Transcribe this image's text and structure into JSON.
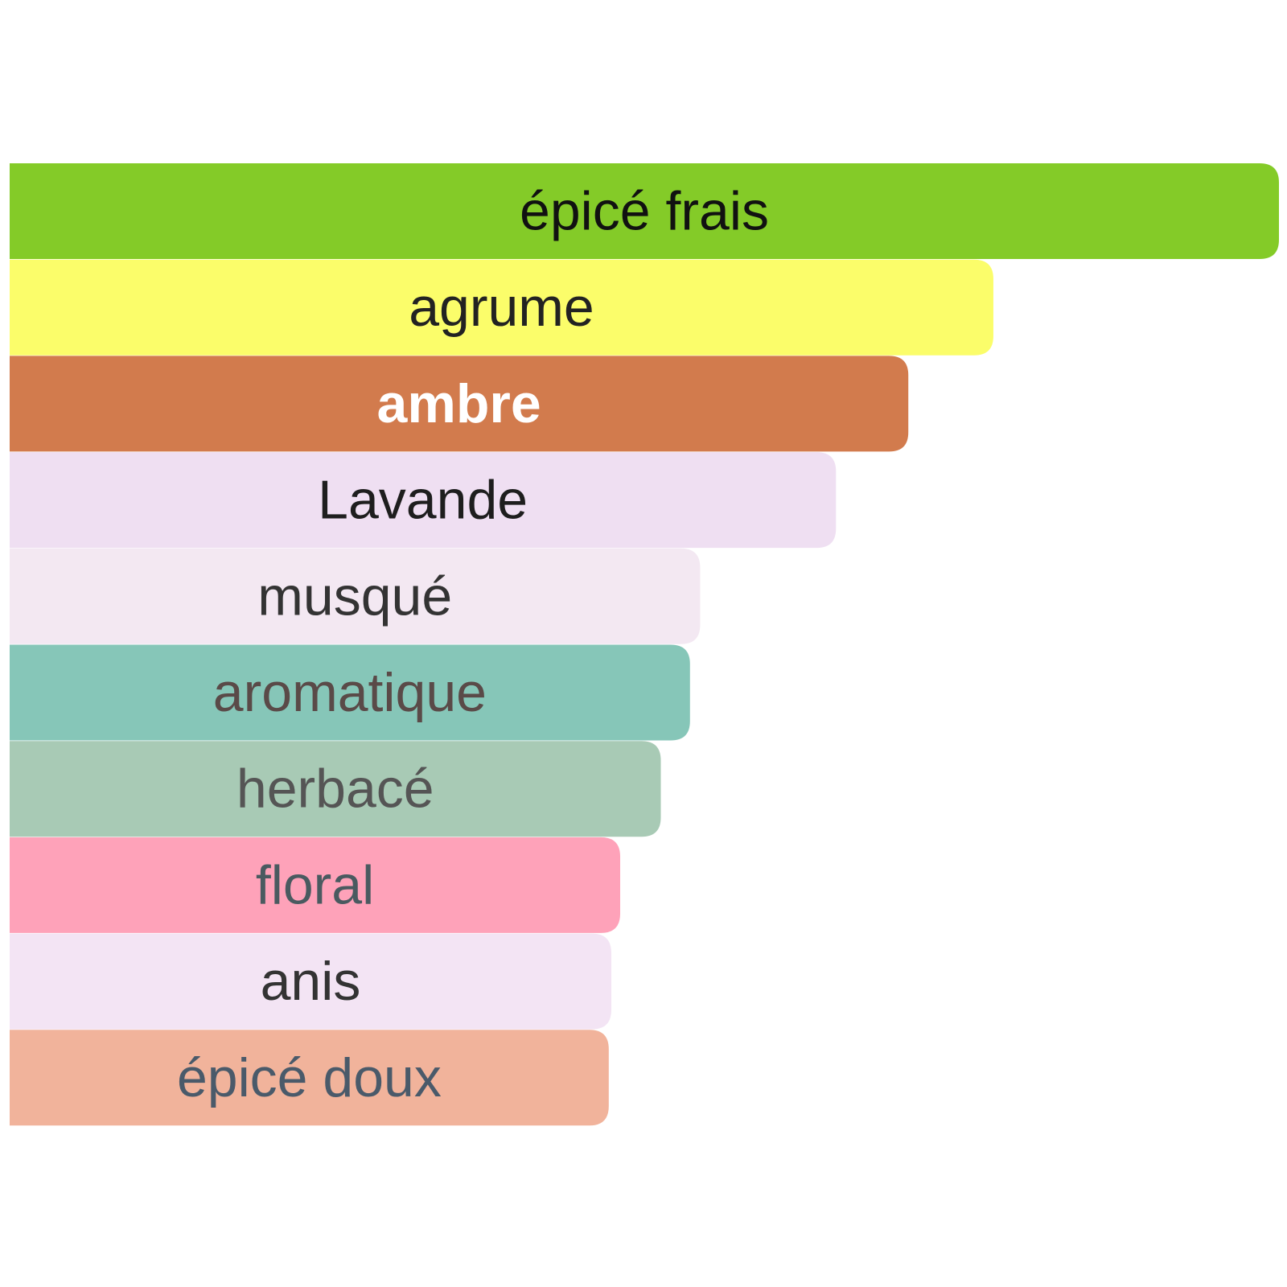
{
  "chart_data": {
    "type": "bar",
    "orientation": "horizontal",
    "title": "",
    "xlabel": "",
    "ylabel": "",
    "grid": false,
    "axes_visible": false,
    "xlim": [
      0,
      100
    ],
    "categories": [
      "épicé frais",
      "agrume",
      "ambre",
      "Lavande",
      "musqué",
      "aromatique",
      "herbacé",
      "floral",
      "anis",
      "épicé doux"
    ],
    "values": [
      100,
      77.5,
      70.8,
      65.1,
      54.4,
      53.6,
      51.3,
      48.1,
      47.4,
      47.2
    ],
    "colors": [
      "#84cb28",
      "#fbfd6a",
      "#d27b4d",
      "#efdff2",
      "#f3e8f2",
      "#86c6b8",
      "#a8cab5",
      "#fea2b9",
      "#f3e4f4",
      "#f1b39b"
    ],
    "label_colors": [
      "#111111",
      "#222222",
      "#ffffff",
      "#1e1e1e",
      "#333333",
      "#5a4a48",
      "#555555",
      "#4a5a60",
      "#333333",
      "#4a5a6a"
    ]
  }
}
